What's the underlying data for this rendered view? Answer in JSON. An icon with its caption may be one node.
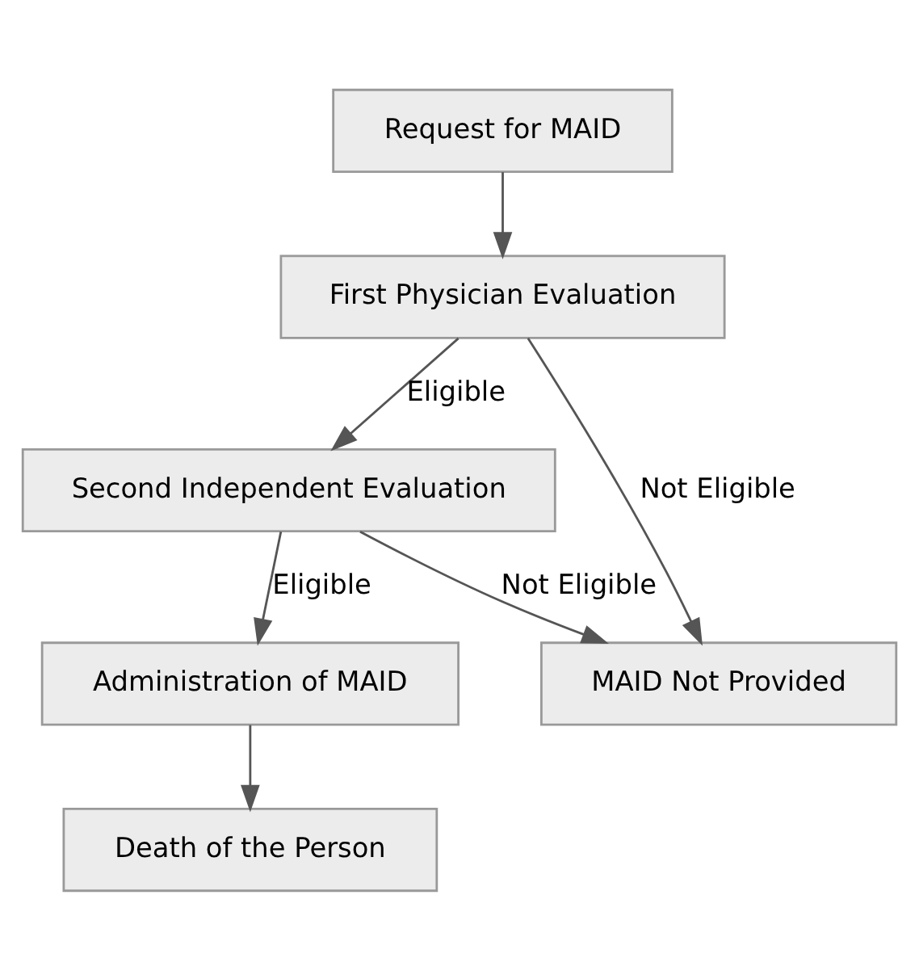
{
  "diagram": {
    "nodes": [
      {
        "text": [
          "Request for MAID"
        ]
      },
      {
        "text": [
          "First Physician Evaluation"
        ]
      },
      {
        "text": [
          "Second Independent Evaluation"
        ]
      },
      {
        "text": [
          "MAID Not Provided"
        ]
      },
      {
        "text": [
          "Administration of MAID"
        ]
      },
      {
        "text": [
          "Death of the Person"
        ]
      }
    ],
    "edges": [
      {
        "from": 0,
        "to": 1,
        "arrow": "to"
      },
      {
        "from": 1,
        "to": 3,
        "label": "Not Eligible",
        "arrow": "to"
      },
      {
        "from": 1,
        "to": 2,
        "label": "Eligible",
        "arrow": "to"
      },
      {
        "from": 2,
        "to": 3,
        "label": "Not Eligible",
        "arrow": "to"
      },
      {
        "from": 2,
        "to": 4,
        "label": "Eligible",
        "arrow": "to"
      },
      {
        "from": 4,
        "to": 5,
        "arrow": "to"
      }
    ]
  }
}
